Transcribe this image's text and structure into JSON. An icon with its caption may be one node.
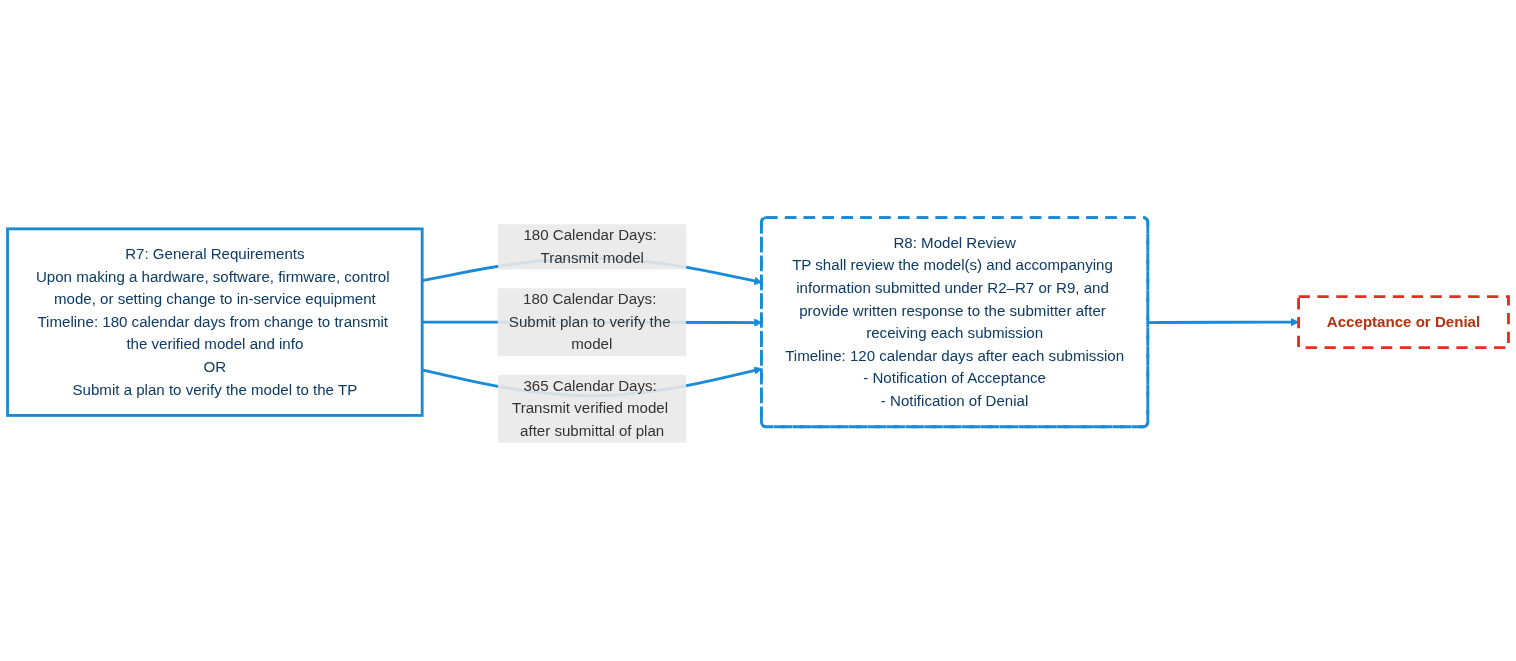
{
  "diagram": {
    "nodes": [
      {
        "text": [
          "R7: General Requirements",
          "Upon making a hardware, software, firmware, control mode, or setting change to in-service equipment",
          "Timeline: 180 calendar days from change to transmit the verified model and info",
          "OR",
          "Submit a plan to verify the model to the TP"
        ]
      },
      {
        "text": [
          "R8: Model Review",
          "TP shall review the model(s) and accompanying information submitted under R2–R7 or R9, and provide written response to the submitter after receiving each submission",
          "Timeline: 120 calendar days after each submission",
          "- Notification of Acceptance",
          "- Notification of Denial"
        ]
      },
      {
        "text": [
          "Acceptance or Denial"
        ]
      }
    ],
    "edges": [
      {
        "from": 0,
        "to": 1,
        "arrow": "to",
        "label": "180 Calendar Days: Transmit model"
      },
      {
        "from": 0,
        "to": 1,
        "arrow": "to",
        "label": "180 Calendar Days: Submit plan to verify the model"
      },
      {
        "from": 0,
        "to": 1,
        "arrow": "to",
        "label": "365 Calendar Days: Transmit verified model after submittal of plan"
      },
      {
        "from": 1,
        "to": 2,
        "arrow": "to"
      }
    ]
  }
}
